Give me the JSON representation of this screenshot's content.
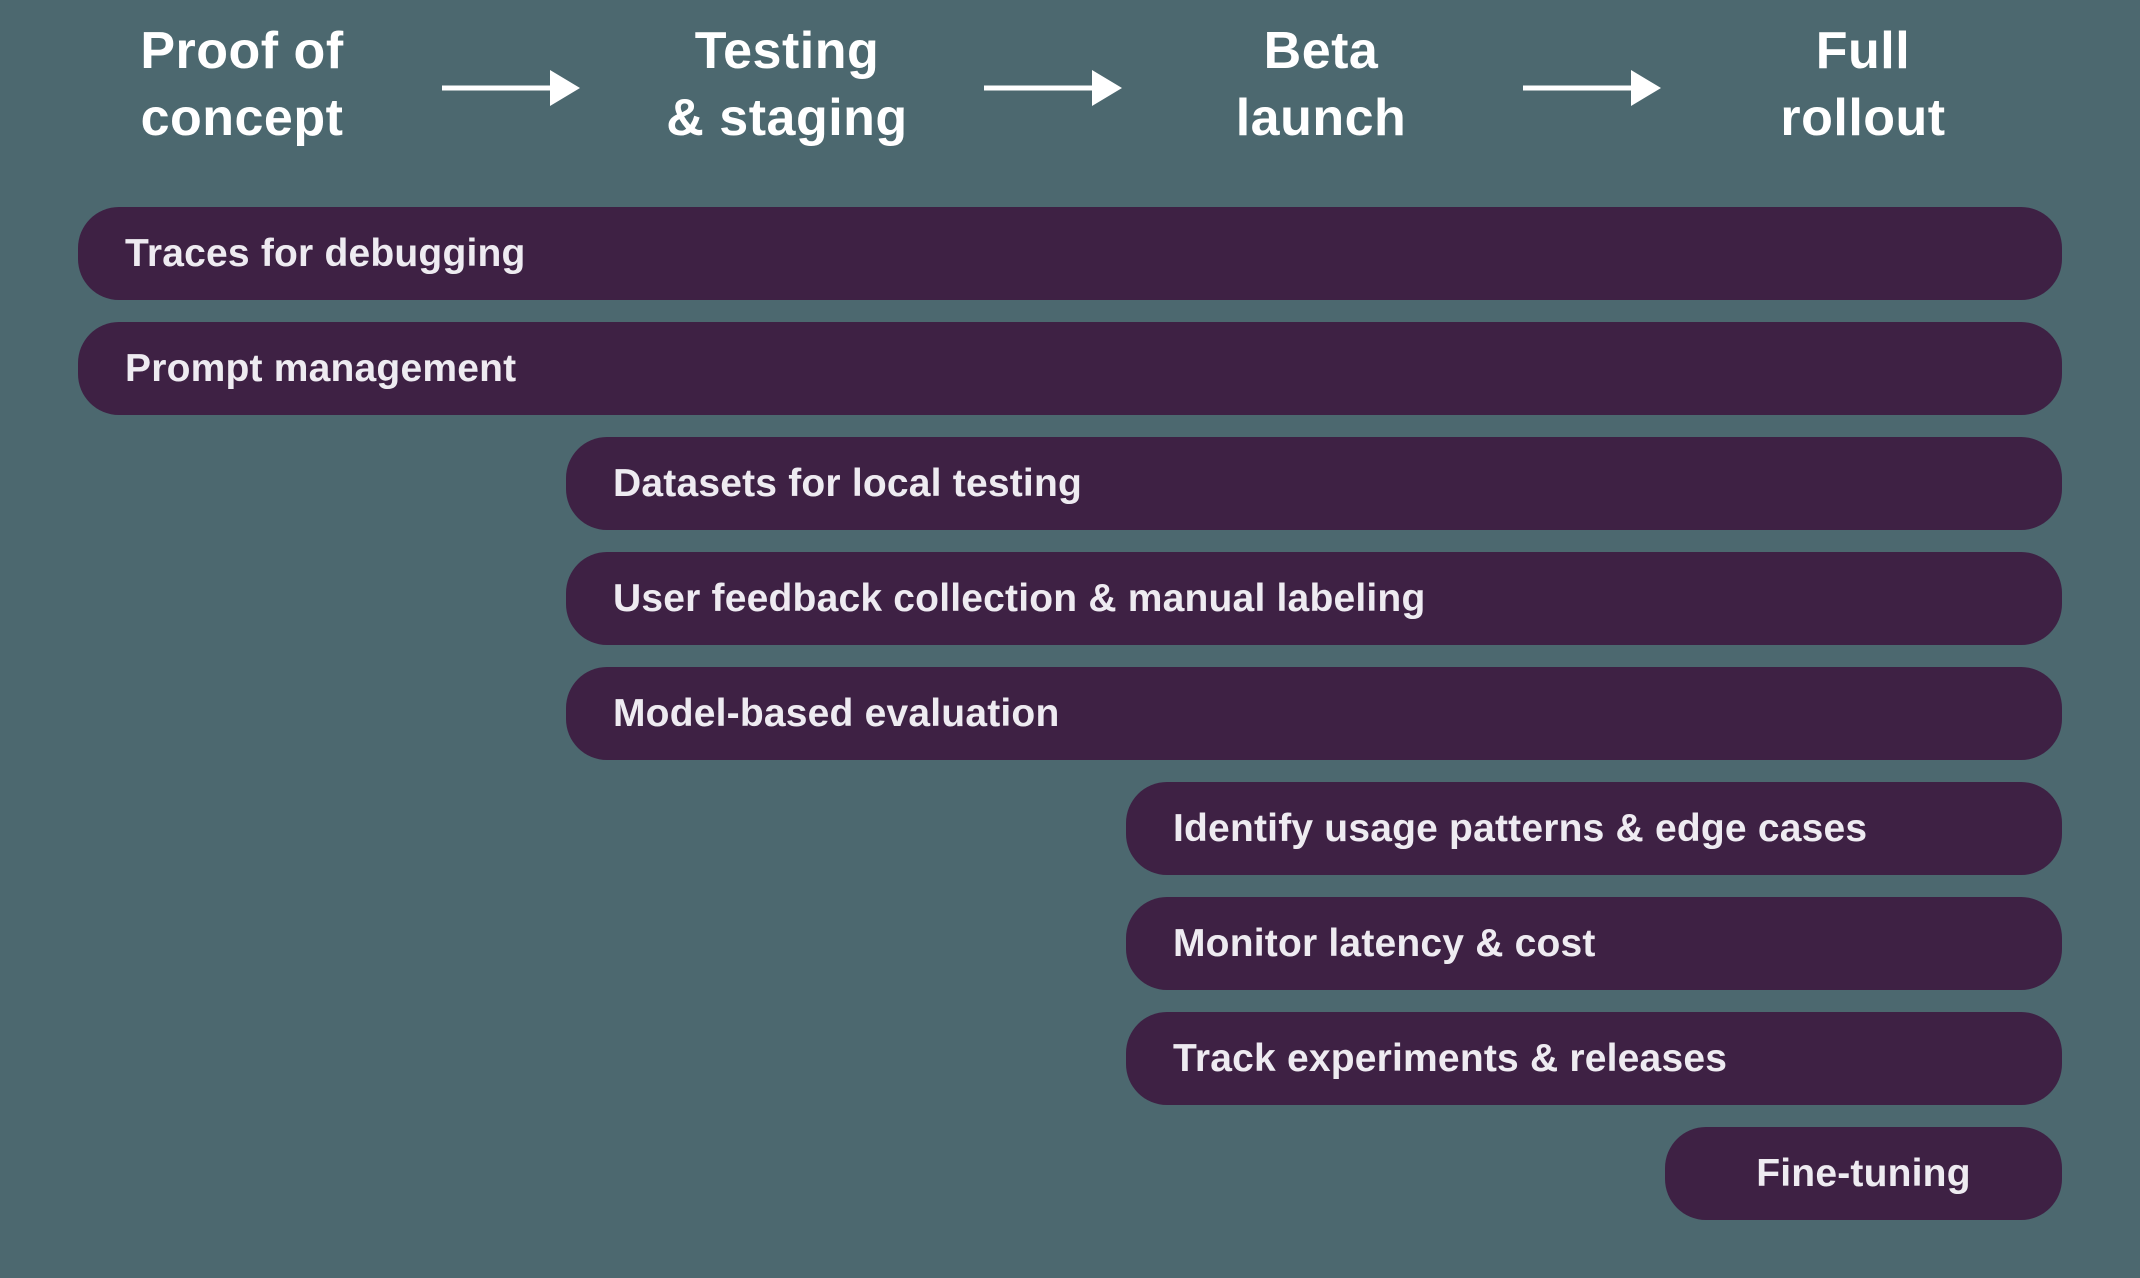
{
  "stages": [
    {
      "line1": "Proof of",
      "line2": "concept",
      "label": "Proof of concept"
    },
    {
      "line1": "Testing",
      "line2": "& staging",
      "label": "Testing & staging"
    },
    {
      "line1": "Beta",
      "line2": "launch",
      "label": "Beta launch"
    },
    {
      "line1": "Full",
      "line2": "rollout",
      "label": "Full rollout"
    }
  ],
  "rows": [
    {
      "label": "Traces for debugging",
      "start_stage": "Proof of concept"
    },
    {
      "label": "Prompt management",
      "start_stage": "Proof of concept"
    },
    {
      "label": "Datasets for local testing",
      "start_stage": "Testing & staging"
    },
    {
      "label": "User feedback collection & manual labeling",
      "start_stage": "Testing & staging"
    },
    {
      "label": "Model-based evaluation",
      "start_stage": "Testing & staging"
    },
    {
      "label": "Identify usage patterns & edge cases",
      "start_stage": "Beta launch"
    },
    {
      "label": "Monitor latency & cost",
      "start_stage": "Beta launch"
    },
    {
      "label": "Track experiments & releases",
      "start_stage": "Beta launch"
    },
    {
      "label": "Fine-tuning",
      "start_stage": "Full rollout"
    }
  ],
  "colors": {
    "background": "#4C686F",
    "bar": "#3E2144",
    "bar_text": "#EEEBF1",
    "stage_text": "#FFFFFF",
    "arrow": "#FFFFFF"
  }
}
